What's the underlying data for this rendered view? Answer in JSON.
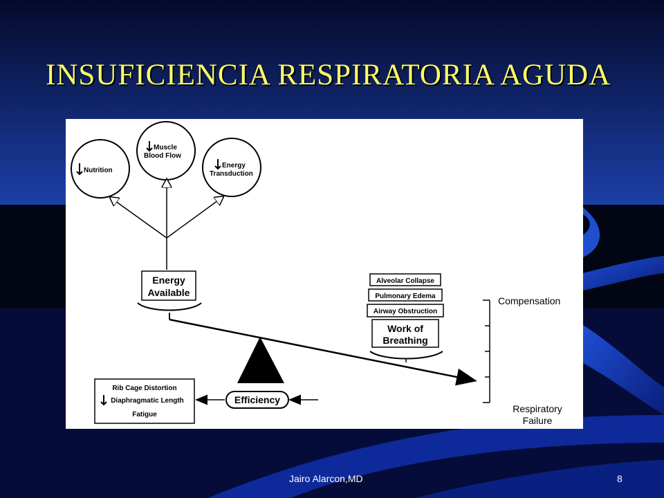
{
  "slide": {
    "title": "INSUFICIENCIA RESPIRATORIA AGUDA",
    "author": "Jairo Alarcon,MD",
    "page_number": "8"
  },
  "diagram": {
    "circles": {
      "nutrition": "Nutrition",
      "muscle_blood_flow": [
        "Muscle",
        "Blood Flow"
      ],
      "energy_transduction": [
        "Energy",
        "Transduction"
      ]
    },
    "energy_available": [
      "Energy",
      "Available"
    ],
    "work_of_breathing": [
      "Work of",
      "Breathing"
    ],
    "loads": [
      "Alveolar Collapse",
      "Pulmonary Edema",
      "Airway Obstruction"
    ],
    "efficiency": "Efficiency",
    "efficiency_factors": [
      "Rib Cage Distortion",
      "Diaphragmatic Length",
      "Fatigue"
    ],
    "scale": {
      "compensation": "Compensation",
      "respiratory_failure": [
        "Respiratory",
        "Failure"
      ]
    }
  },
  "colors": {
    "title": "#ffff66",
    "background": "#04082e",
    "accent_blue": "#1f4fd0"
  }
}
